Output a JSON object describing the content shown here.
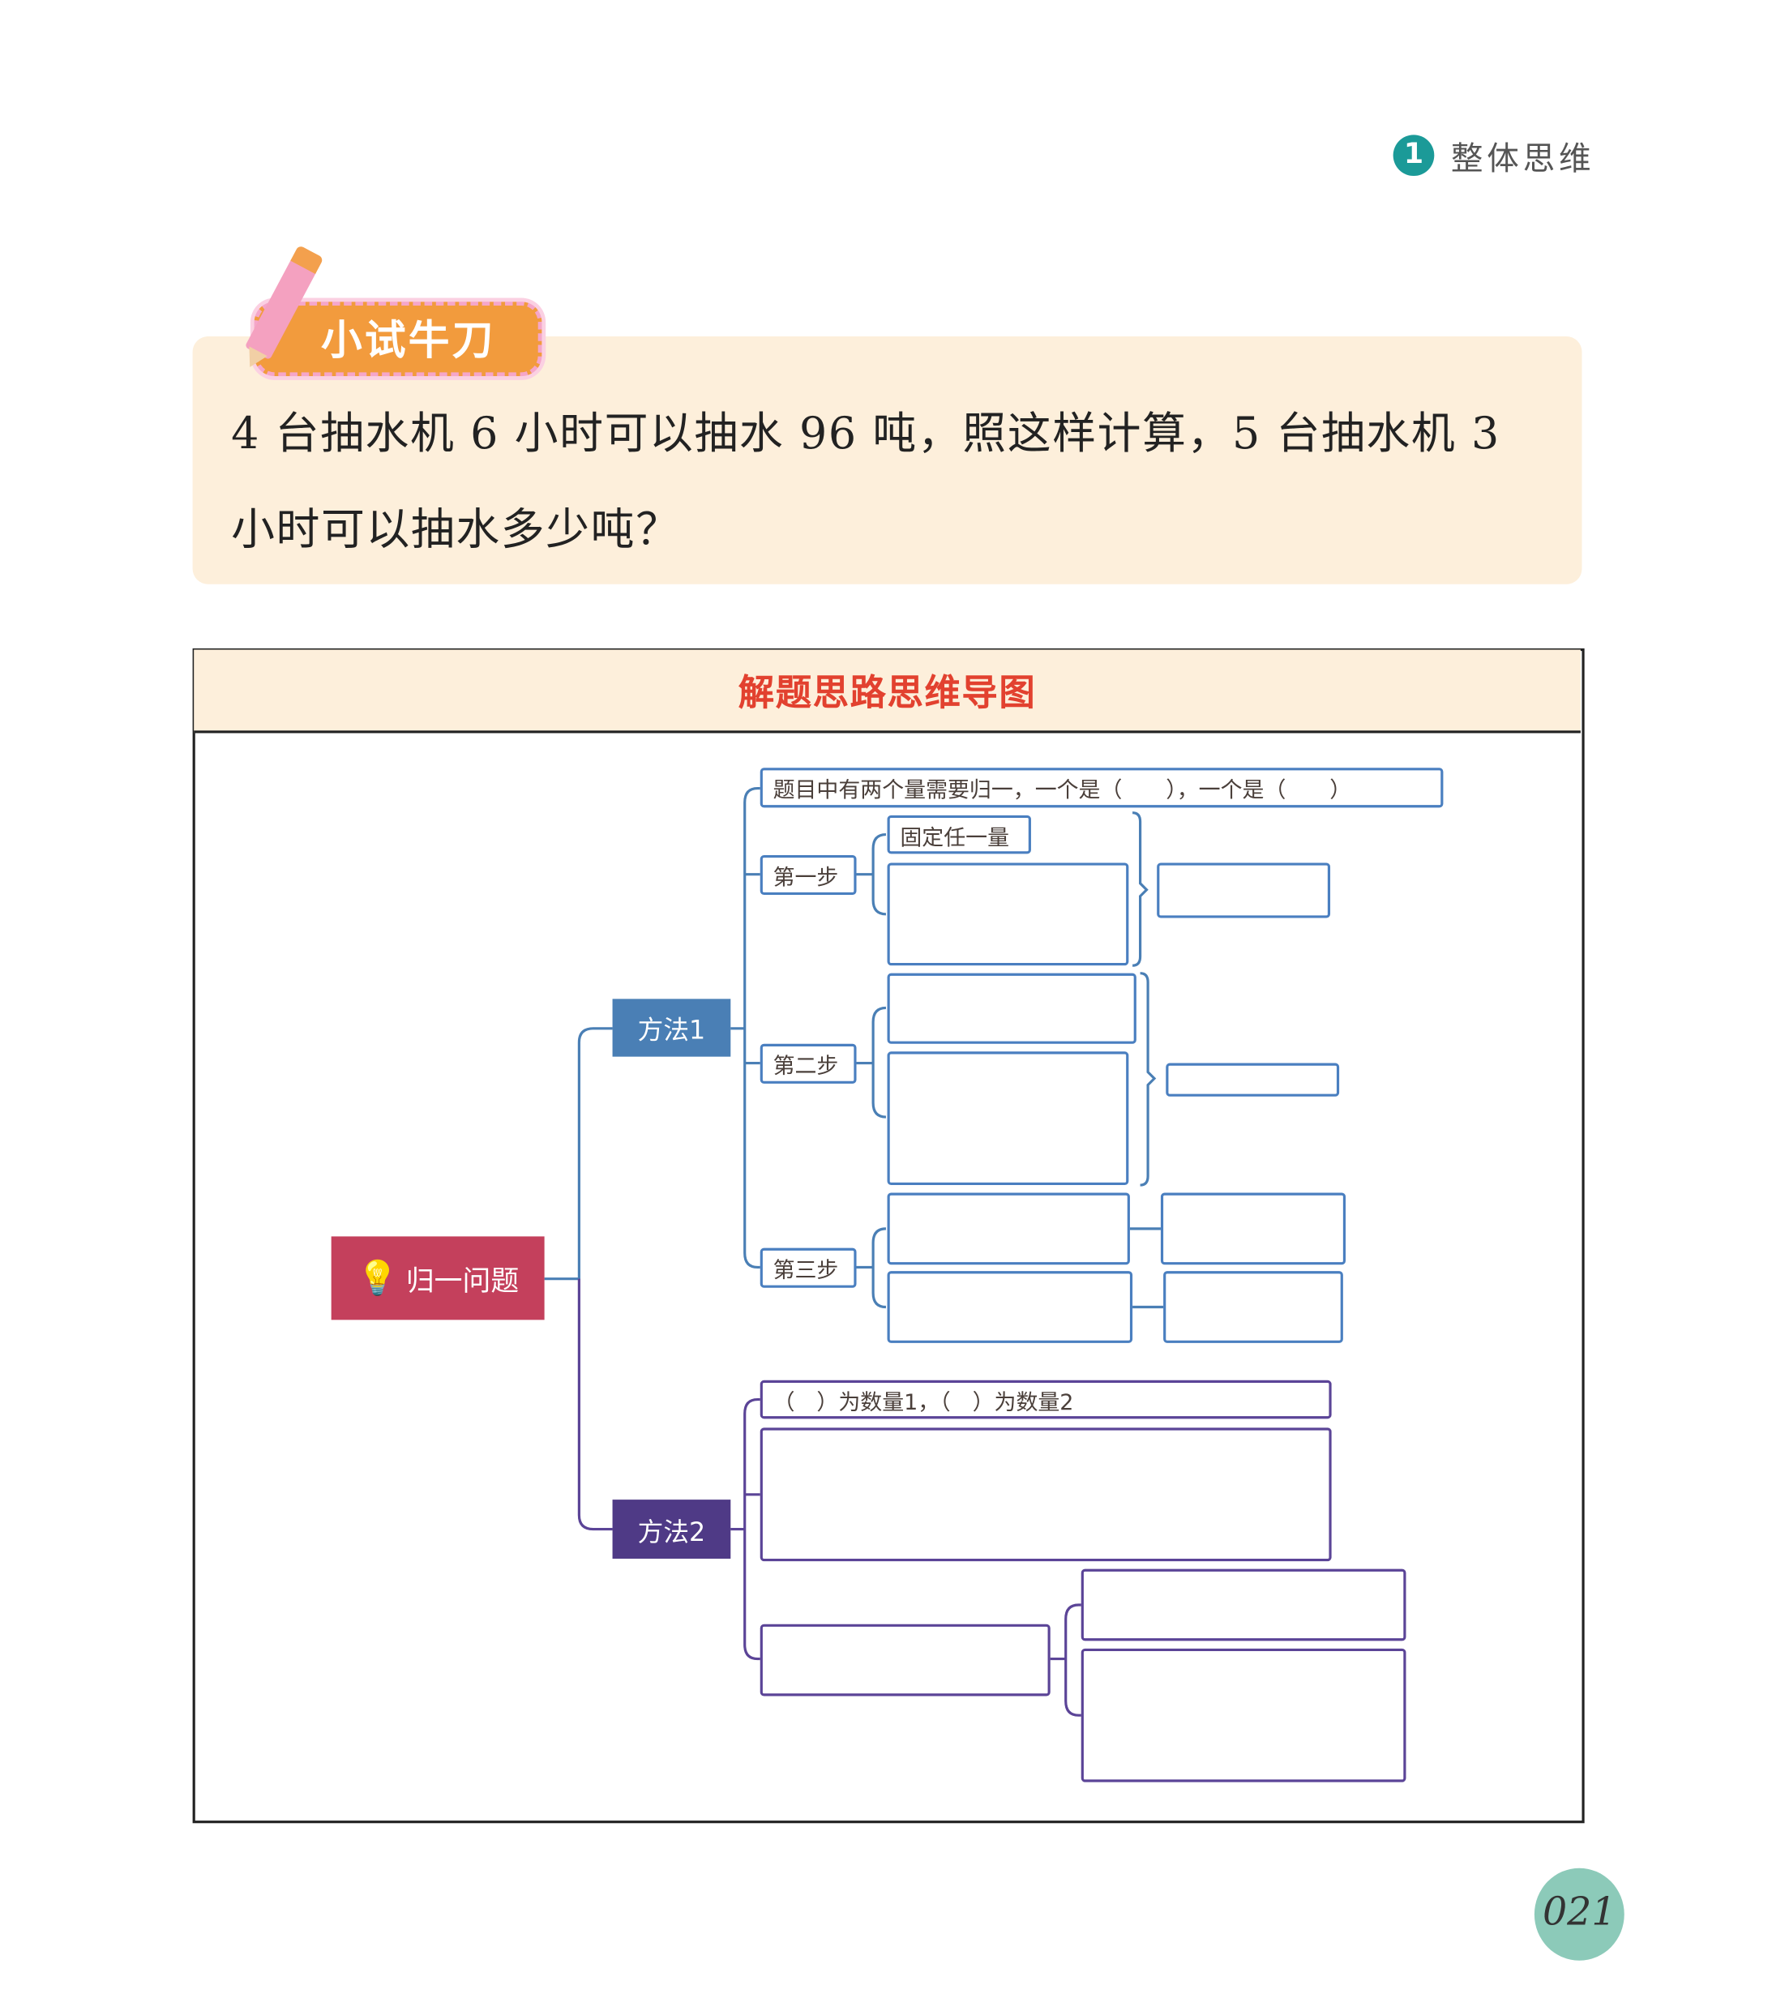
{
  "header": {
    "chapter_number": "1",
    "chapter_title": "整体思维"
  },
  "exercise": {
    "badge": "小试牛刀",
    "question_line1": "4 台抽水机 6 小时可以抽水 96 吨，照这样计算，5 台抽水机 3",
    "question_line2": "小时可以抽水多少吨？"
  },
  "mindmap": {
    "title": "解题思路思维导图",
    "root": "归一问题",
    "method1": {
      "label": "方法1",
      "intro": "题目中有两个量需要归一，一个是（　　），一个是（　　）",
      "step1": "第一步",
      "fixed": "固定任一量",
      "step2": "第二步",
      "step3": "第三步"
    },
    "method2": {
      "label": "方法2",
      "intro": "（　）为数量1，（　）为数量2"
    }
  },
  "page_number": "021",
  "colors": {
    "teal": "#1b9a98",
    "orange": "#f29b3d",
    "cream": "#fdefdb",
    "root": "#c4405c",
    "method1": "#4a7fb5",
    "method2": "#4f3a86",
    "title_red": "#e2412f"
  }
}
